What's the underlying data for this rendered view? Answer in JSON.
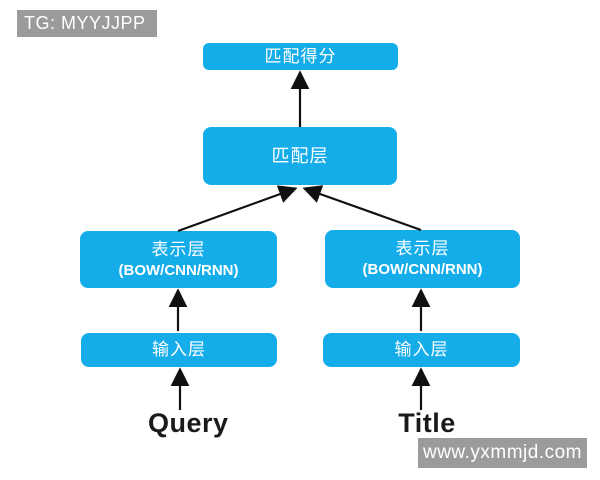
{
  "watermarks": {
    "top_left": "TG: MYYJJPP",
    "bottom_right": "www.yxmmjd.com"
  },
  "diagram": {
    "score_node": "匹配得分",
    "match_node": "匹配层",
    "rep_left": {
      "line1": "表示层",
      "line2": "(BOW/CNN/RNN)"
    },
    "rep_right": {
      "line1": "表示层",
      "line2": "(BOW/CNN/RNN)"
    },
    "input_left": "输入层",
    "input_right": "输入层",
    "query_label": "Query",
    "title_label": "Title"
  },
  "colors": {
    "node_fill": "#15ade9",
    "node_text": "#ffffff",
    "watermark_fill": "#9b9b9b",
    "watermark_text": "#ffffff",
    "arrow": "#111111",
    "background": "#ffffff"
  }
}
